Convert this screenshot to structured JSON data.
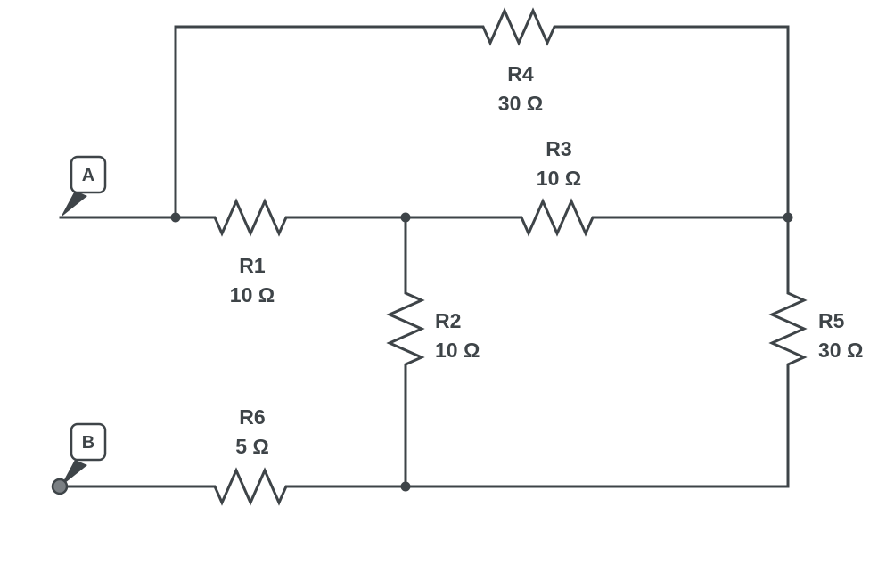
{
  "colors": {
    "wire": "#3e4448",
    "background": "#ffffff",
    "terminal_b_fill": "#7a7f83"
  },
  "terminals": [
    {
      "id": "A",
      "label": "A"
    },
    {
      "id": "B",
      "label": "B"
    }
  ],
  "resistors": [
    {
      "id": "R1",
      "name": "R1",
      "value": "10 Ω"
    },
    {
      "id": "R2",
      "name": "R2",
      "value": "10 Ω"
    },
    {
      "id": "R3",
      "name": "R3",
      "value": "10 Ω"
    },
    {
      "id": "R4",
      "name": "R4",
      "value": "30 Ω"
    },
    {
      "id": "R5",
      "name": "R5",
      "value": "30 Ω"
    },
    {
      "id": "R6",
      "name": "R6",
      "value": "5 Ω"
    }
  ]
}
